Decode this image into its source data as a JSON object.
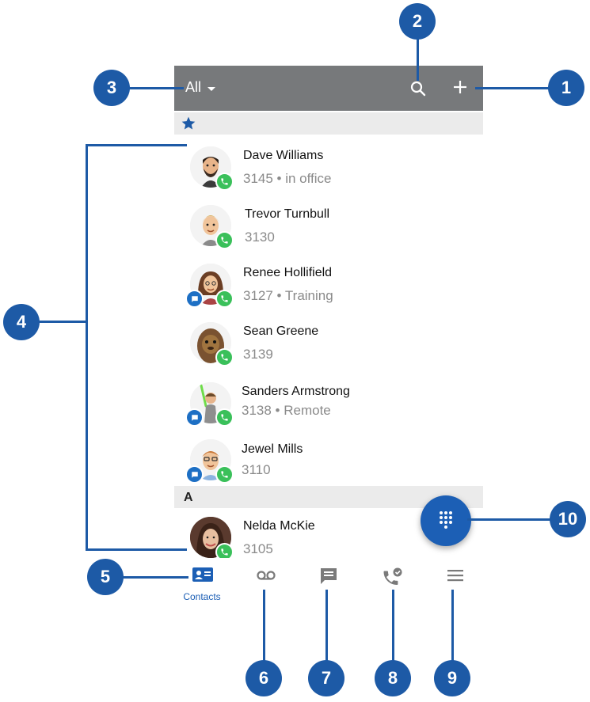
{
  "header": {
    "filter_label": "All",
    "icons": [
      "search-icon",
      "plus-icon"
    ]
  },
  "sections": {
    "favorites_icon": "star-icon",
    "a_label": "A"
  },
  "contacts": [
    {
      "name": "Dave Williams",
      "sub": "3145 • in office"
    },
    {
      "name": "Trevor Turnbull",
      "sub": "3130"
    },
    {
      "name": "Renee Hollifield",
      "sub": "3127 • Training"
    },
    {
      "name": "Sean Greene",
      "sub": "3139"
    },
    {
      "name": "Sanders Armstrong",
      "sub": "3138 • Remote"
    },
    {
      "name": "Jewel Mills",
      "sub": "3110"
    },
    {
      "name": "Nelda McKie",
      "sub": "3105"
    }
  ],
  "tabbar": {
    "contacts_label": "Contacts",
    "icons": [
      "contacts-card-icon",
      "voicemail-icon",
      "messages-icon",
      "call-history-icon",
      "menu-icon"
    ]
  },
  "callouts": [
    "1",
    "2",
    "3",
    "4",
    "5",
    "6",
    "7",
    "8",
    "9",
    "10"
  ],
  "colors": {
    "accent": "#1c5fb5",
    "callout": "#1d5aa6",
    "header": "#77797b",
    "presence": "#3ac05a"
  }
}
